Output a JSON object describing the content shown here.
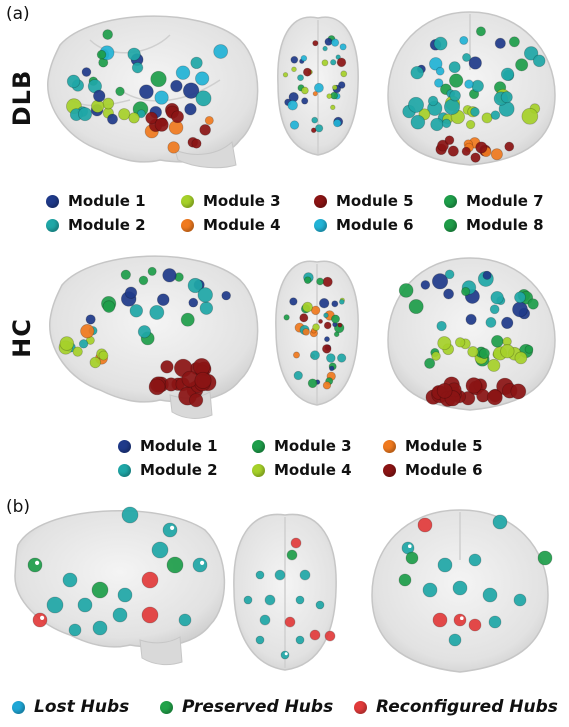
{
  "panel_a": {
    "label": "(a)",
    "groups": [
      {
        "name": "DLB",
        "legend": [
          {
            "label": "Module 1",
            "color": "#1f3a8a"
          },
          {
            "label": "Module 2",
            "color": "#1fa7a7"
          },
          {
            "label": "Module 3",
            "color": "#a6d12a"
          },
          {
            "label": "Module 4",
            "color": "#f07a1f"
          },
          {
            "label": "Module 5",
            "color": "#8b1414"
          },
          {
            "label": "Module 6",
            "color": "#22b3d6"
          },
          {
            "label": "Module 7",
            "color": "#1e9e4a"
          },
          {
            "label": "Module 8",
            "color": "#1f9c48"
          }
        ]
      },
      {
        "name": "HC",
        "legend": [
          {
            "label": "Module 1",
            "color": "#1f3a8a"
          },
          {
            "label": "Module 2",
            "color": "#1fa7a7"
          },
          {
            "label": "Module 3",
            "color": "#1e9e4a"
          },
          {
            "label": "Module 4",
            "color": "#a6d12a"
          },
          {
            "label": "Module 5",
            "color": "#f07a1f"
          },
          {
            "label": "Module 6",
            "color": "#8b1414"
          }
        ]
      }
    ]
  },
  "panel_b": {
    "label": "(b)",
    "legend": [
      {
        "label": "Lost Hubs",
        "color": "#1fa7d6"
      },
      {
        "label": "Preserved Hubs",
        "color": "#22a34a"
      },
      {
        "label": "Reconfigured Hubs",
        "color": "#e23b3b"
      }
    ]
  }
}
